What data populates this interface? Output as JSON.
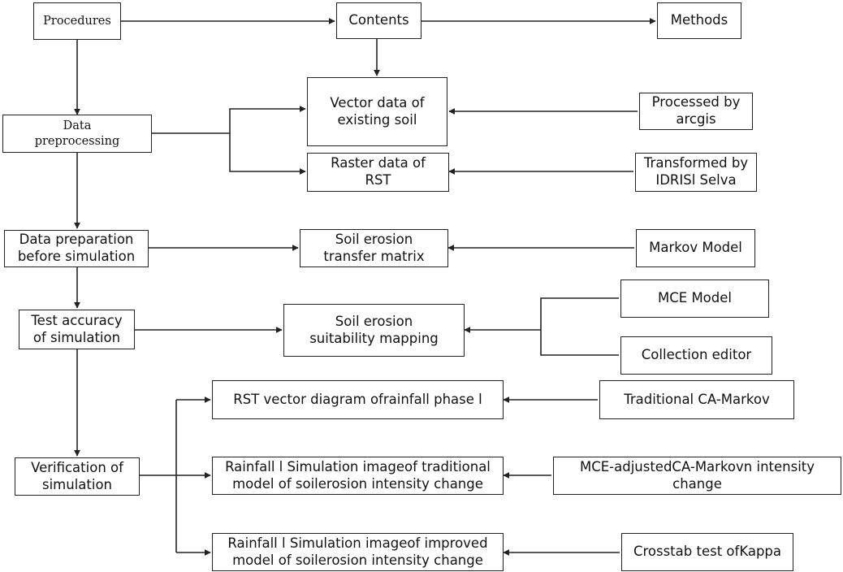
{
  "nodes": {
    "procedures": "Procedures",
    "contents": "Contents",
    "methods": "Methods",
    "vector_soil": "Vector data of existing soil",
    "processed_arcgis": "Processed by arcgis",
    "data_preprocessing": "Data preprocessing",
    "raster_rst": "Raster data of RST",
    "transformed_idrisi": "Transformed by IDRISl Selva",
    "data_preparation": "Data preparation before simulation",
    "transfer_matrix": "Soil erosion transfer matrix",
    "markov_model": "Markov Model",
    "mce_model": "MCE Model",
    "test_accuracy": "Test accuracy of simulation",
    "suitability_mapping": "Soil erosion suitability mapping",
    "collection_editor": "Collection editor",
    "rst_vector_diagram": "RST vector diagram ofrainfall phase l",
    "traditional_ca_markov": "Traditional CA-Markov",
    "verification": "Verification of simulation",
    "sim_traditional": "Rainfall l Simulation imageof traditional model of soilerosion intensity change",
    "mce_adjusted": "MCE-adjustedCA-Markovn intensity change",
    "sim_improved": "Rainfall l Simulation imageof improved model of soilerosion intensity change",
    "crosstab_kappa": "Crosstab test ofKappa"
  }
}
